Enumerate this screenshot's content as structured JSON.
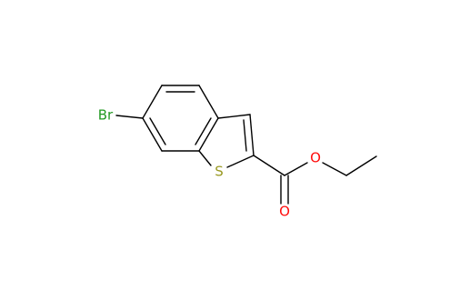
{
  "molecule": {
    "atoms": {
      "br": {
        "symbol": "Br",
        "color": "#229922"
      },
      "s": {
        "symbol": "S",
        "color": "#999922"
      },
      "o_carbonyl": {
        "symbol": "O",
        "color": "#ff0d0d"
      },
      "o_ester": {
        "symbol": "O",
        "color": "#ff0d0d"
      }
    },
    "bond_color": "#000000",
    "background": "#ffffff"
  }
}
